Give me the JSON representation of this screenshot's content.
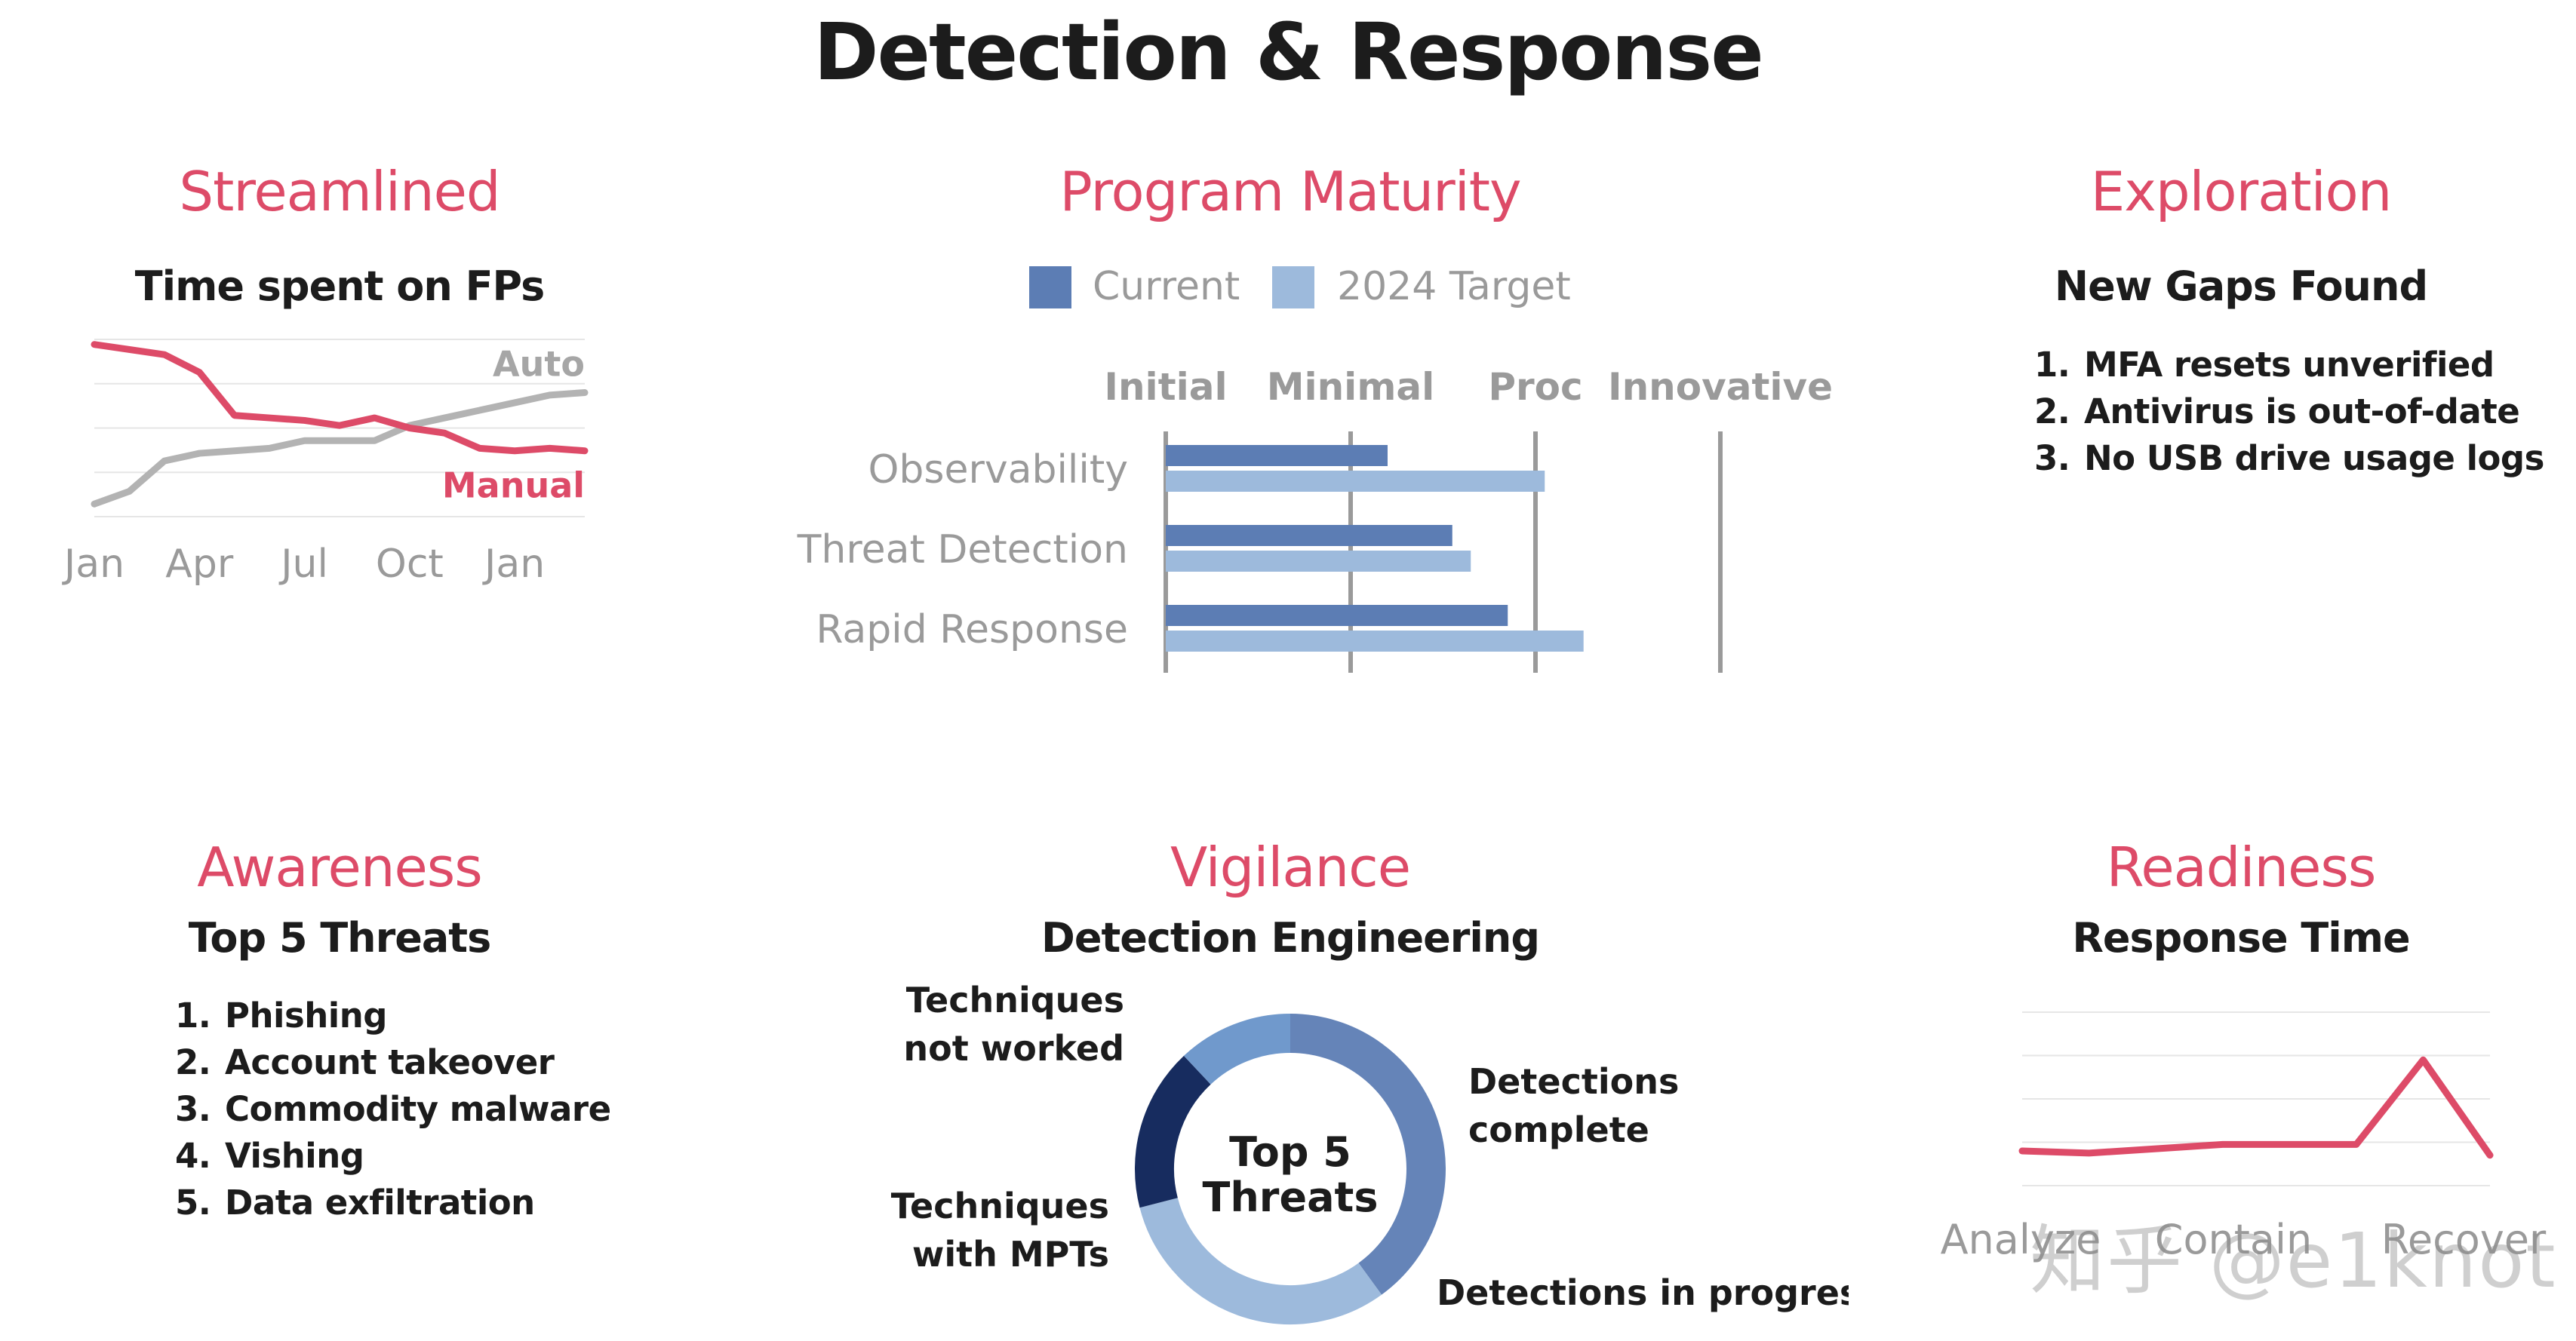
{
  "title": "Detection & Response",
  "streamlined": {
    "title": "Streamlined",
    "subtitle": "Time spent on FPs",
    "chart_data": {
      "type": "line",
      "x": [
        "Jan",
        "Feb",
        "Mar",
        "Apr",
        "May",
        "Jun",
        "Jul",
        "Aug",
        "Sep",
        "Oct",
        "Nov",
        "Dec",
        "Jan",
        "Feb",
        "Mar"
      ],
      "tick_labels": [
        "Jan",
        "Apr",
        "Jul",
        "Oct",
        "Jan"
      ],
      "series": [
        {
          "name": "Auto",
          "color": "#b3b3b3",
          "values": [
            5,
            10,
            22,
            25,
            26,
            27,
            30,
            30,
            30,
            36,
            39,
            42,
            45,
            48,
            49
          ]
        },
        {
          "name": "Manual",
          "color": "#dd4b68",
          "values": [
            68,
            66,
            64,
            57,
            40,
            39,
            38,
            36,
            39,
            35,
            33,
            27,
            26,
            27,
            26
          ]
        }
      ],
      "ylim": [
        0,
        70
      ],
      "grid": true
    }
  },
  "maturity": {
    "title": "Program Maturity",
    "legend": [
      {
        "label": "Current",
        "color": "#5c7db4"
      },
      {
        "label": "2024 Target",
        "color": "#9dbadc"
      }
    ],
    "chart_data": {
      "type": "bar",
      "orientation": "horizontal",
      "levels": [
        "Initial",
        "Minimal",
        "Proc",
        "Innovative"
      ],
      "categories": [
        "Observability",
        "Threat Detection",
        "Rapid Response"
      ],
      "series": [
        {
          "name": "Current",
          "color": "#5c7db4",
          "values": [
            1.2,
            1.55,
            1.85
          ]
        },
        {
          "name": "2024 Target",
          "color": "#9dbadc",
          "values": [
            2.05,
            1.65,
            2.26
          ]
        }
      ],
      "xlim": [
        0,
        3
      ]
    }
  },
  "exploration": {
    "title": "Exploration",
    "subtitle": "New Gaps Found",
    "items": [
      {
        "num": "1.",
        "text": "MFA resets unverified"
      },
      {
        "num": "2.",
        "text": "Antivirus is  out-of-date"
      },
      {
        "num": "3.",
        "text": "No USB drive usage logs"
      }
    ]
  },
  "awareness": {
    "title": "Awareness",
    "subtitle": "Top 5 Threats",
    "items": [
      {
        "num": "1.",
        "text": "Phishing"
      },
      {
        "num": "2.",
        "text": "Account takeover"
      },
      {
        "num": "3.",
        "text": "Commodity malware"
      },
      {
        "num": "4.",
        "text": "Vishing"
      },
      {
        "num": "5.",
        "text": "Data exfiltration"
      }
    ]
  },
  "vigilance": {
    "title": "Vigilance",
    "subtitle": "Detection Engineering",
    "center_line1": "Top 5",
    "center_line2": "Threats",
    "chart_data": {
      "type": "pie",
      "donut": true,
      "slices": [
        {
          "label": "Detections complete",
          "value": 40,
          "color": "#6584b8",
          "lines": [
            "Detections",
            "complete"
          ]
        },
        {
          "label": "Detections in progress",
          "value": 31,
          "color": "#9dbadc",
          "lines": [
            "Detections in progress"
          ]
        },
        {
          "label": "Techniques with MPTs",
          "value": 17,
          "color": "#172c5f",
          "lines": [
            "Techniques",
            "with MPTs"
          ]
        },
        {
          "label": "Techniques not worked",
          "value": 12,
          "color": "#7099cc",
          "lines": [
            "Techniques",
            "not worked"
          ]
        }
      ]
    }
  },
  "readiness": {
    "title": "Readiness",
    "subtitle": "Response Time",
    "chart_data": {
      "type": "line",
      "x": [
        0,
        1,
        2,
        3,
        4,
        5,
        6,
        7
      ],
      "tick_labels": [
        "Analyze",
        "Contain",
        "Recover"
      ],
      "series": [
        {
          "name": "",
          "color": "#dd4b68",
          "values": [
            16,
            15,
            17,
            19,
            19,
            19,
            58,
            14
          ]
        }
      ],
      "ylim": [
        0,
        80
      ],
      "grid": true
    }
  },
  "watermark": "知乎 @e1knot"
}
